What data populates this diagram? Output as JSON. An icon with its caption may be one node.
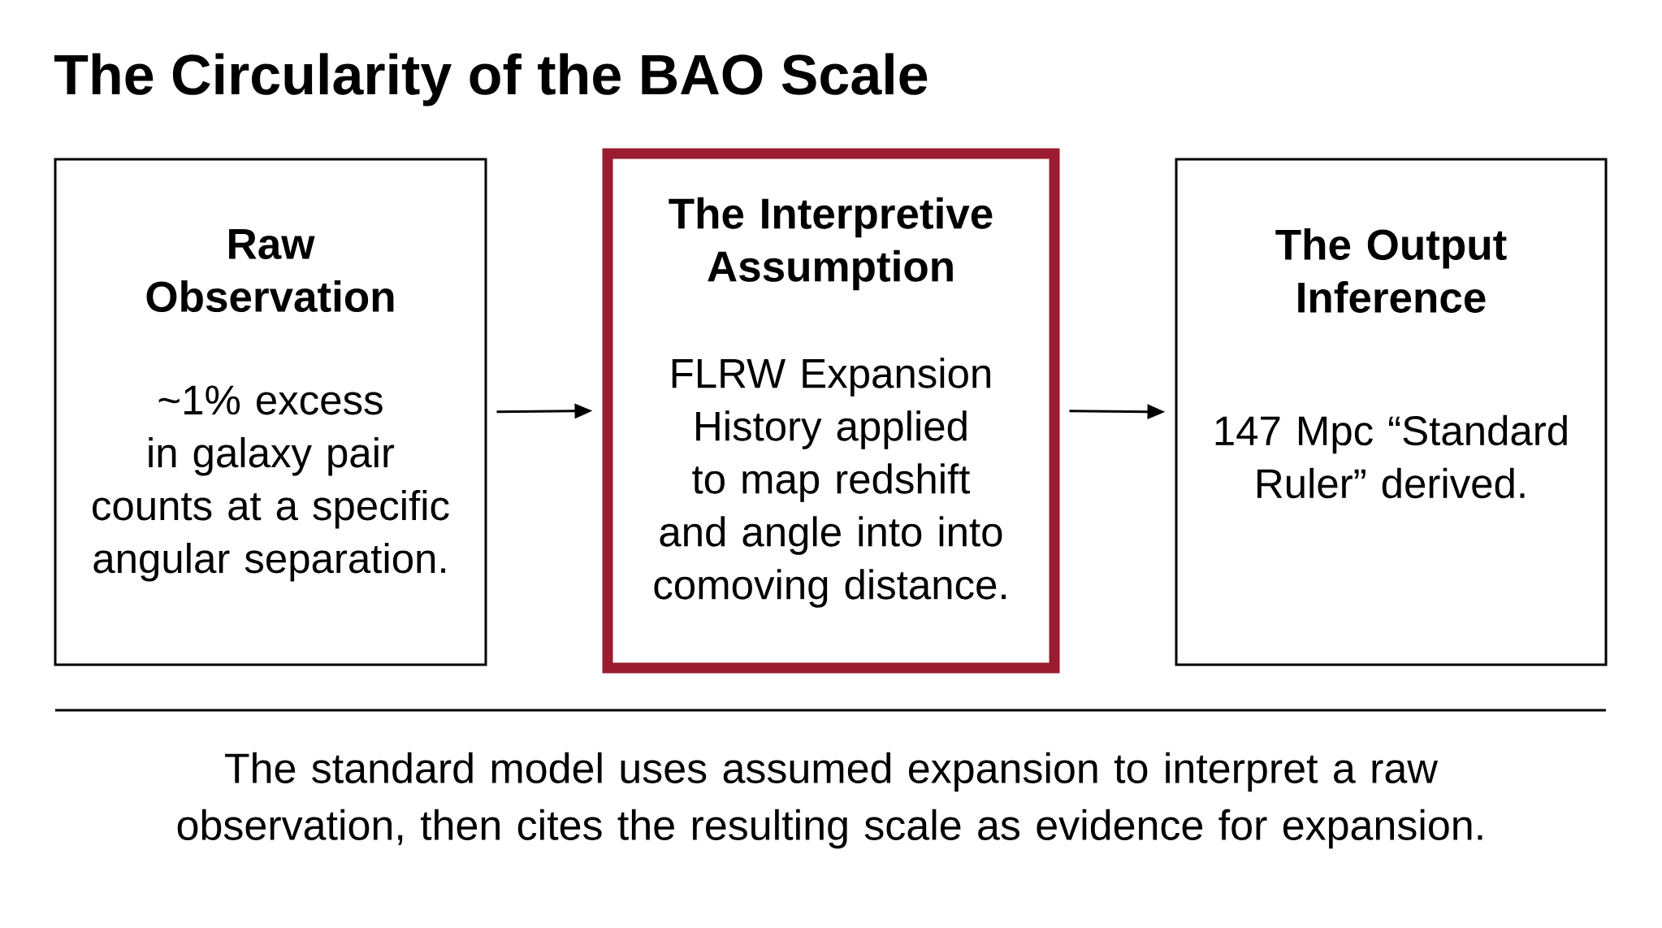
{
  "diagram": {
    "title": "The Circularity of the BAO Scale",
    "caption": "The standard model uses assumed expansion to interpret a raw observation, then cites the resulting scale as evidence for expansion.",
    "nodes": [
      {
        "text": [
          "Raw Observation",
          "~1% excess in galaxy pair counts at a specific angular separation."
        ]
      },
      {
        "text": [
          "The Interpretive Assumption",
          "FLRW Expansion History applied to map redshift and angle into into comoving distance."
        ]
      },
      {
        "text": [
          "The Output Inference",
          "147 Mpc “Standard Ruler” derived."
        ]
      }
    ],
    "edges": [
      {
        "from": 0,
        "to": 1,
        "arrow": "to"
      },
      {
        "from": 1,
        "to": 2,
        "arrow": "to"
      }
    ]
  }
}
